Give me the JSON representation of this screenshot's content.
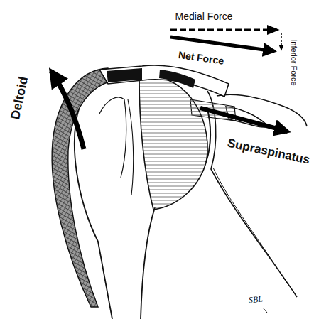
{
  "diagram": {
    "labels": [
      "Deltoid",
      "Medial Force",
      "Net Force",
      "Inferior Force",
      "Supraspinatus",
      "SBL"
    ]
  }
}
